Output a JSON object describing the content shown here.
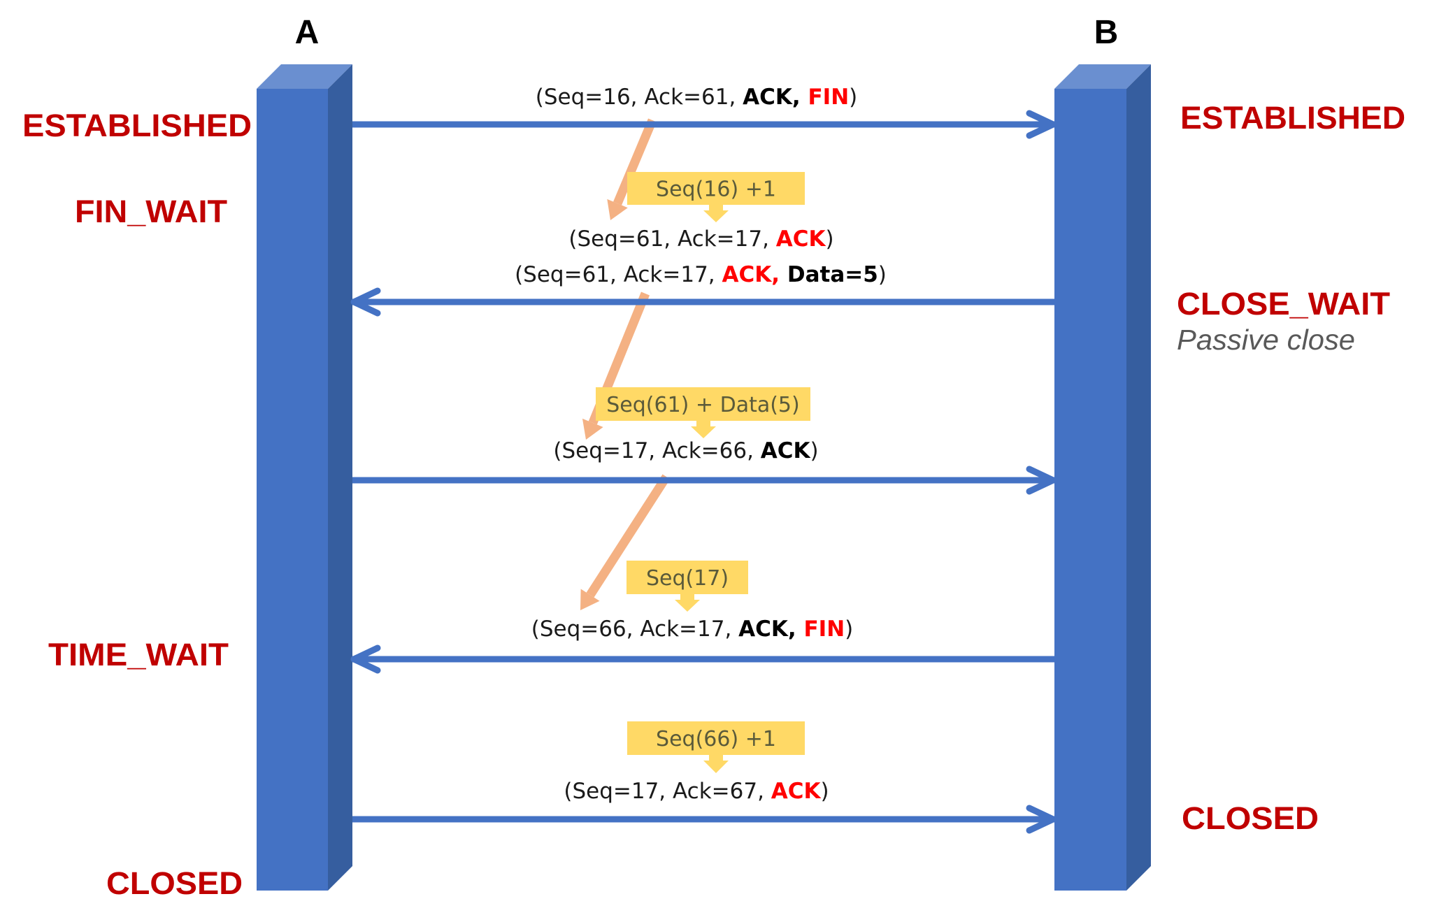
{
  "colors": {
    "pillar_front": "#4472c4",
    "pillar_side": "#365e9f",
    "pillar_top": "#6a8fd0",
    "message_arrow": "#4472c4",
    "derivation_arrow": "#f4b183",
    "calc_box": "#ffd966",
    "state_text": "#c00000",
    "flag_red": "#ff0000",
    "note_text": "#595959"
  },
  "hosts": {
    "a": {
      "label": "A"
    },
    "b": {
      "label": "B"
    }
  },
  "states": {
    "a": [
      {
        "label": "ESTABLISHED"
      },
      {
        "label": "FIN_WAIT"
      },
      {
        "label": "TIME_WAIT"
      },
      {
        "label": "CLOSED"
      }
    ],
    "b": [
      {
        "label": "ESTABLISHED"
      },
      {
        "label": "CLOSE_WAIT",
        "note": "Passive close"
      },
      {
        "label": "CLOSED"
      }
    ]
  },
  "messages": [
    {
      "direction": "A->B",
      "segments": [
        {
          "text": "(Seq=16, Ack=61, ",
          "style": "plain"
        },
        {
          "text": "ACK, ",
          "style": "bold-black"
        },
        {
          "text": "FIN",
          "style": "bold-red"
        },
        {
          "text": ")",
          "style": "plain"
        }
      ]
    },
    {
      "direction": "B->A",
      "header_above_response": true,
      "segments": [
        {
          "text": "(Seq=61, Ack=17, ",
          "style": "plain"
        },
        {
          "text": "ACK",
          "style": "bold-red"
        },
        {
          "text": ")",
          "style": "plain"
        }
      ],
      "calc": "Seq(16) +1",
      "segments_2": [
        {
          "text": "(Seq=61, Ack=17, ",
          "style": "plain"
        },
        {
          "text": "ACK, ",
          "style": "bold-red"
        },
        {
          "text": "Data=5",
          "style": "bold-black"
        },
        {
          "text": ")",
          "style": "plain"
        }
      ]
    },
    {
      "direction": "A->B",
      "calc": "Seq(61) + Data(5)",
      "segments": [
        {
          "text": "(Seq=17, Ack=66, ",
          "style": "plain"
        },
        {
          "text": "ACK",
          "style": "bold-black"
        },
        {
          "text": ")",
          "style": "plain"
        }
      ]
    },
    {
      "direction": "B->A",
      "calc": "Seq(17)",
      "segments": [
        {
          "text": "(Seq=66, Ack=17, ",
          "style": "plain"
        },
        {
          "text": "ACK, ",
          "style": "bold-black"
        },
        {
          "text": "FIN",
          "style": "bold-red"
        },
        {
          "text": ")",
          "style": "plain"
        }
      ]
    },
    {
      "direction": "A->B",
      "calc": "Seq(66) +1",
      "segments": [
        {
          "text": "(Seq=17, Ack=67, ",
          "style": "plain"
        },
        {
          "text": "ACK",
          "style": "bold-red"
        },
        {
          "text": ")",
          "style": "plain"
        }
      ]
    }
  ]
}
